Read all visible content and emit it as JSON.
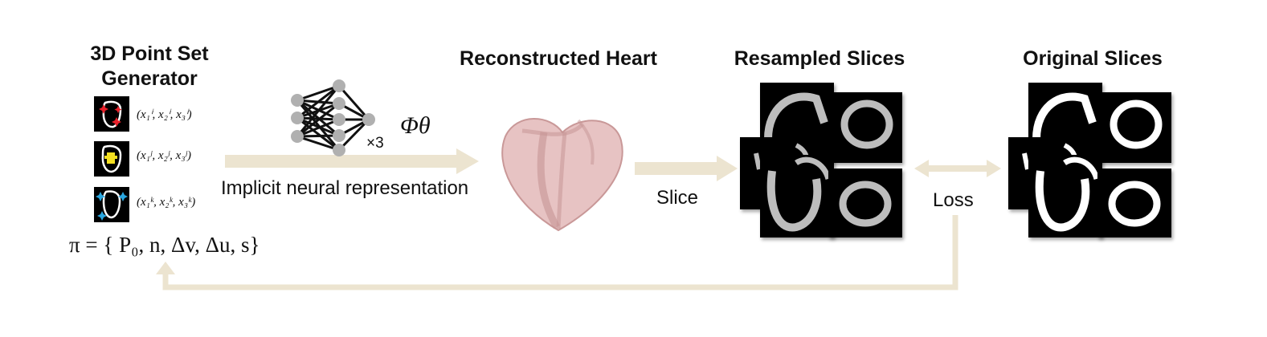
{
  "generator": {
    "title_line1": "3D Point Set",
    "title_line2": "Generator",
    "coords": [
      {
        "label": "(x₁ⁱ, x₂ⁱ, x₃ⁱ)",
        "marker_color": "#e8202a"
      },
      {
        "label": "(x₁ʲ, x₂ʲ, x₃ʲ)",
        "marker_color": "#f4e021"
      },
      {
        "label": "(x₁ᵏ, x₂ᵏ, x₃ᵏ)",
        "marker_color": "#2aa7e0"
      }
    ],
    "params": "π = { P₀, n, Δv, Δu, s}"
  },
  "network": {
    "repeat": "×3",
    "phi": "Φθ",
    "caption": "Implicit neural representation"
  },
  "heart": {
    "title": "Reconstructed Heart",
    "color": "#e3b9b9"
  },
  "slice_arrow": {
    "label": "Slice"
  },
  "resampled": {
    "title": "Resampled Slices",
    "stroke_color": "#bdbdbd"
  },
  "loss": {
    "label": "Loss"
  },
  "original": {
    "title": "Original Slices",
    "stroke_color": "#ffffff"
  },
  "colors": {
    "arrow": "#ece4d0",
    "node": "#b0b0b0"
  }
}
